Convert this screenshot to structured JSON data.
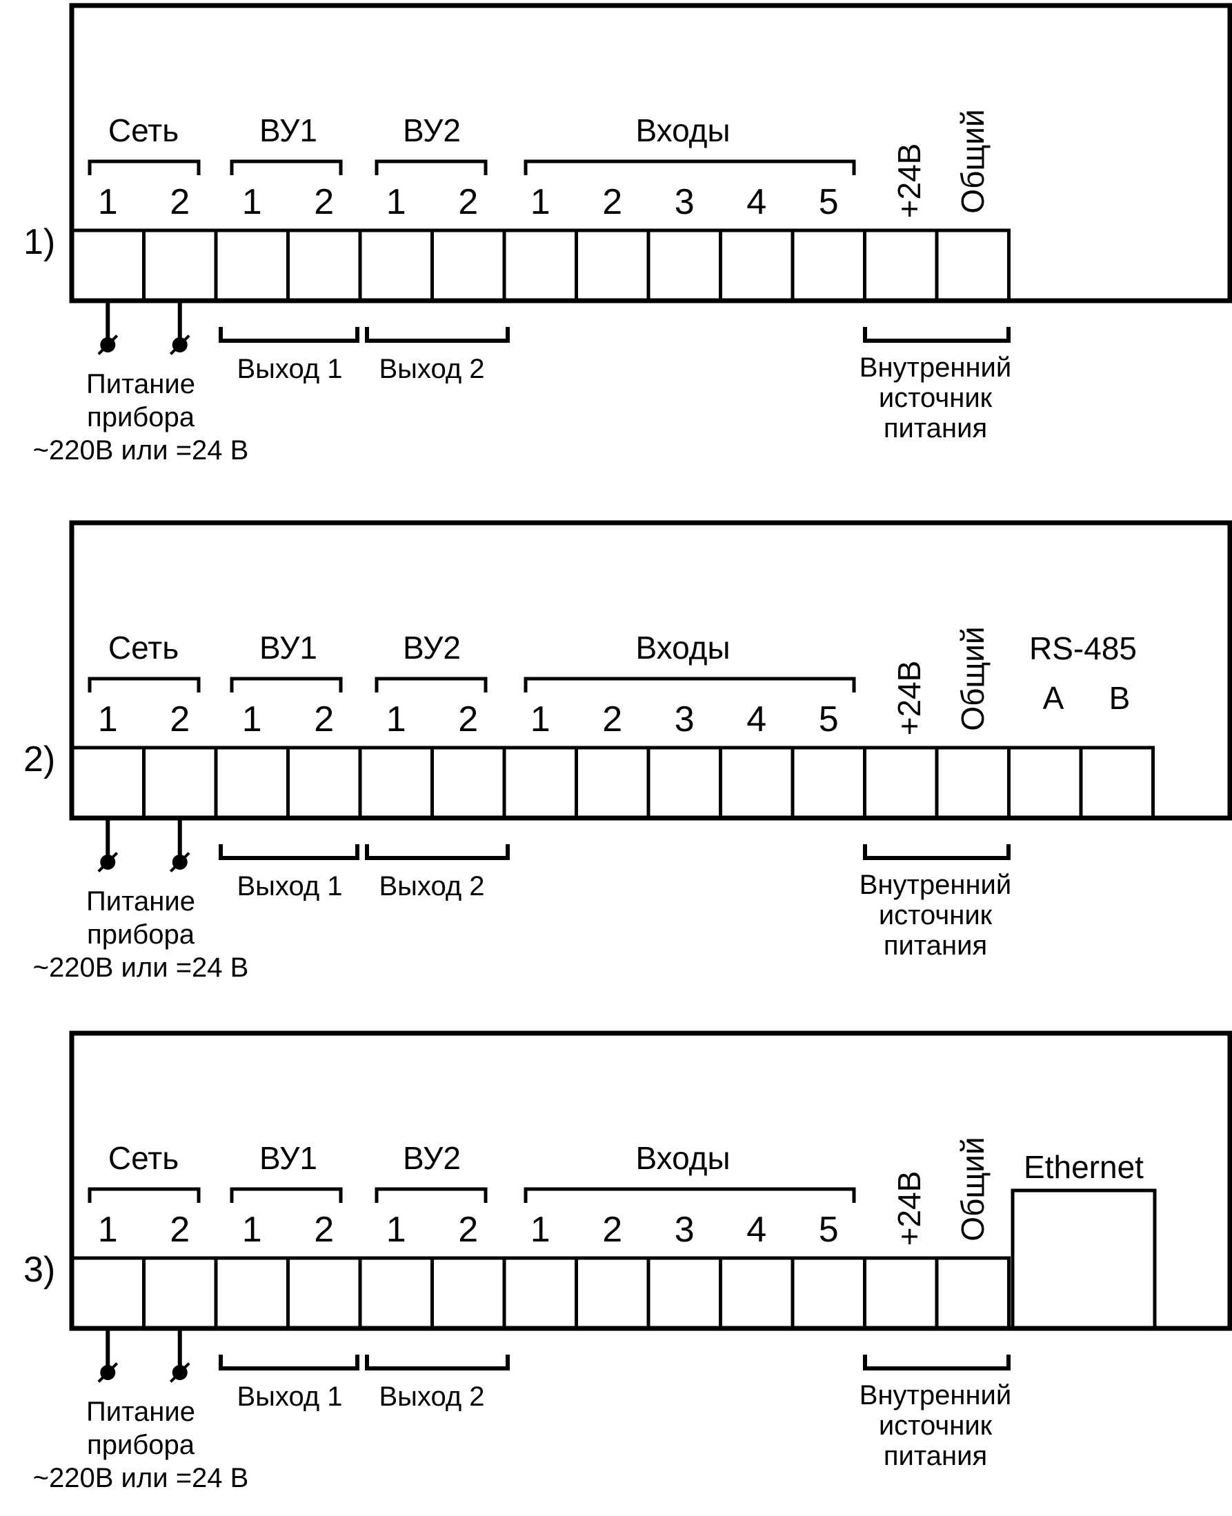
{
  "colors": {
    "stroke": "#000000",
    "background": "#ffffff"
  },
  "labels": {
    "set": "Сеть",
    "vu1": "ВУ1",
    "vu2": "ВУ2",
    "inputs": "Входы",
    "plus24": "+24В",
    "common": "Общий",
    "power_line1": "Питание",
    "power_line2": "прибора",
    "power_line3": "~220В или =24 В",
    "out1": "Выход 1",
    "out2": "Выход 2",
    "int_line1": "Внутренний",
    "int_line2": "источник",
    "int_line3": "питания",
    "rs485": "RS-485",
    "rs_a": "A",
    "rs_b": "B",
    "ethernet": "Ethernet"
  },
  "pin_numbers": {
    "set": [
      "1",
      "2"
    ],
    "vu1": [
      "1",
      "2"
    ],
    "vu2": [
      "1",
      "2"
    ],
    "inputs": [
      "1",
      "2",
      "3",
      "4",
      "5"
    ]
  },
  "variants": [
    {
      "number": "1)",
      "interface": "none"
    },
    {
      "number": "2)",
      "interface": "rs485"
    },
    {
      "number": "3)",
      "interface": "ethernet"
    }
  ]
}
